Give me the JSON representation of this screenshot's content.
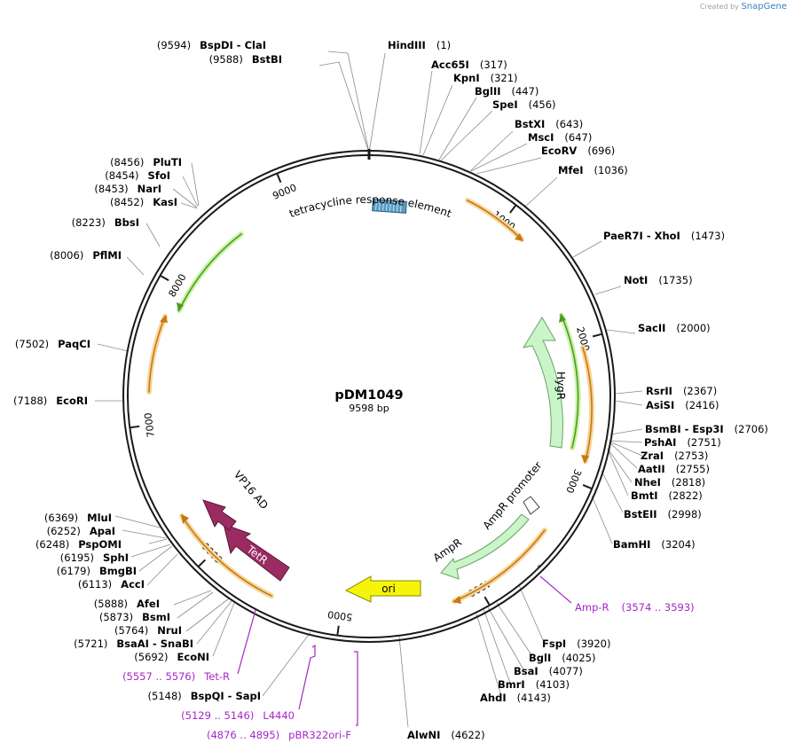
{
  "app": {
    "credit_prefix": "Created by",
    "credit_brand": "SnapGene"
  },
  "plasmid": {
    "name": "pDM1049",
    "size_label": "9598 bp",
    "length": 9598
  },
  "colors": {
    "backbone": "#1a1a1a",
    "orange_feature": "#e99a2a",
    "green_feature": "#4f9a1e",
    "hygr": "#c9f5c9",
    "ampr": "#c9f5c9",
    "ori": "#f5f50a",
    "tetr": "#9b2b63",
    "vp16": "#9b2b63",
    "primer": "#a626c7",
    "tre": "#5a9bc4"
  },
  "ticks": [
    {
      "label": "1000",
      "bp": 1000
    },
    {
      "label": "2000",
      "bp": 2000
    },
    {
      "label": "3000",
      "bp": 3000
    },
    {
      "label": "4000",
      "bp": 4000
    },
    {
      "label": "5000",
      "bp": 5000
    },
    {
      "label": "6000",
      "bp": 6000
    },
    {
      "label": "7000",
      "bp": 7000
    },
    {
      "label": "8000",
      "bp": 8000
    },
    {
      "label": "9000",
      "bp": 9000
    }
  ],
  "features": [
    {
      "label": "tetracycline response element",
      "start": 9350,
      "end": 9598
    },
    {
      "label": "HygR",
      "start": 1800,
      "end": 2850
    },
    {
      "label": "AmpR promoter",
      "start": 3100,
      "end": 3200
    },
    {
      "label": "AmpR",
      "start": 3230,
      "end": 4080
    },
    {
      "label": "ori",
      "start": 4250,
      "end": 4850
    },
    {
      "label": "TetR",
      "start": 5850,
      "end": 6500
    },
    {
      "label": "VP16 AD",
      "start": 6500,
      "end": 6750
    }
  ],
  "sites": [
    {
      "name": "HindIII",
      "pos": "(1)"
    },
    {
      "name": "BspDI - ClaI",
      "pos": "(9594)"
    },
    {
      "name": "BstBI",
      "pos": "(9588)"
    },
    {
      "name": "Acc65I",
      "pos": "(317)"
    },
    {
      "name": "KpnI",
      "pos": "(321)"
    },
    {
      "name": "BglII",
      "pos": "(447)"
    },
    {
      "name": "SpeI",
      "pos": "(456)"
    },
    {
      "name": "BstXI",
      "pos": "(643)"
    },
    {
      "name": "MscI",
      "pos": "(647)"
    },
    {
      "name": "EcoRV",
      "pos": "(696)"
    },
    {
      "name": "MfeI",
      "pos": "(1036)"
    },
    {
      "name": "PaeR7I - XhoI",
      "pos": "(1473)"
    },
    {
      "name": "NotI",
      "pos": "(1735)"
    },
    {
      "name": "SacII",
      "pos": "(2000)"
    },
    {
      "name": "RsrII",
      "pos": "(2367)"
    },
    {
      "name": "AsiSI",
      "pos": "(2416)"
    },
    {
      "name": "BsmBI - Esp3I",
      "pos": "(2706)"
    },
    {
      "name": "PshAI",
      "pos": "(2751)"
    },
    {
      "name": "ZraI",
      "pos": "(2753)"
    },
    {
      "name": "AatII",
      "pos": "(2755)"
    },
    {
      "name": "NheI",
      "pos": "(2818)"
    },
    {
      "name": "BmtI",
      "pos": "(2822)"
    },
    {
      "name": "BstEII",
      "pos": "(2998)"
    },
    {
      "name": "BamHI",
      "pos": "(3204)"
    },
    {
      "name": "FspI",
      "pos": "(3920)"
    },
    {
      "name": "BglI",
      "pos": "(4025)"
    },
    {
      "name": "BsaI",
      "pos": "(4077)"
    },
    {
      "name": "BmrI",
      "pos": "(4103)"
    },
    {
      "name": "AhdI",
      "pos": "(4143)"
    },
    {
      "name": "AlwNI",
      "pos": "(4622)"
    },
    {
      "name": "BspQI - SapI",
      "pos": "(5148)"
    },
    {
      "name": "EcoNI",
      "pos": "(5692)"
    },
    {
      "name": "BsaAI - SnaBI",
      "pos": "(5721)"
    },
    {
      "name": "NruI",
      "pos": "(5764)"
    },
    {
      "name": "BsmI",
      "pos": "(5873)"
    },
    {
      "name": "AfeI",
      "pos": "(5888)"
    },
    {
      "name": "AccI",
      "pos": "(6113)"
    },
    {
      "name": "BmgBI",
      "pos": "(6179)"
    },
    {
      "name": "SphI",
      "pos": "(6195)"
    },
    {
      "name": "PspOMI",
      "pos": "(6248)"
    },
    {
      "name": "ApaI",
      "pos": "(6252)"
    },
    {
      "name": "MluI",
      "pos": "(6369)"
    },
    {
      "name": "EcoRI",
      "pos": "(7188)"
    },
    {
      "name": "PaqCI",
      "pos": "(7502)"
    },
    {
      "name": "PflMI",
      "pos": "(8006)"
    },
    {
      "name": "BbsI",
      "pos": "(8223)"
    },
    {
      "name": "KasI",
      "pos": "(8452)"
    },
    {
      "name": "NarI",
      "pos": "(8453)"
    },
    {
      "name": "SfoI",
      "pos": "(8454)"
    },
    {
      "name": "PluTI",
      "pos": "(8456)"
    }
  ],
  "primers": [
    {
      "name": "Amp-R",
      "pos": "(3574 .. 3593)"
    },
    {
      "name": "Tet-R",
      "pos": "(5557 .. 5576)"
    },
    {
      "name": "L4440",
      "pos": "(5129 .. 5146)"
    },
    {
      "name": "pBR322ori-F",
      "pos": "(4876 .. 4895)"
    }
  ]
}
